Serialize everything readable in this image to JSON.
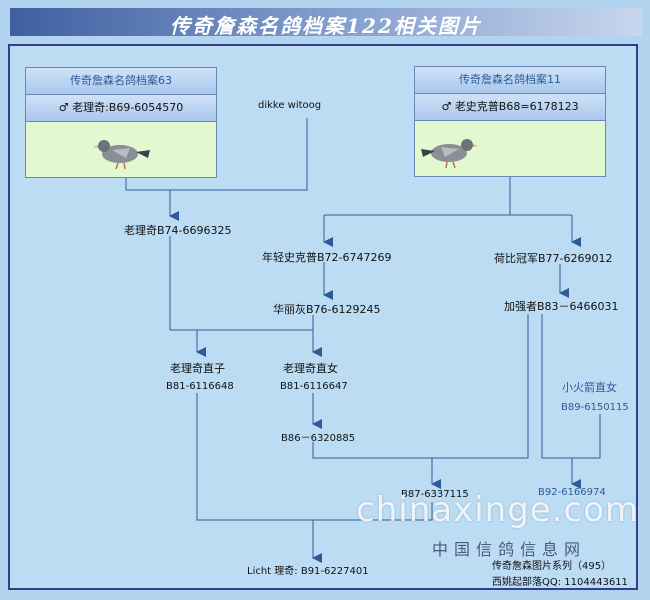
{
  "page_title": "传奇詹森名鸽档案122相关图片",
  "cards": {
    "left": {
      "title": "传奇詹森名鸽档案63",
      "sex_symbol": "♂",
      "id_text": "老理奇:B69-6054570",
      "image": "pigeon-photo"
    },
    "right": {
      "title": "传奇詹森名鸽档案11",
      "sex_symbol": "♂",
      "id_text": "老史克普B68=6178123",
      "image": "pigeon-photo"
    }
  },
  "labels": {
    "dikke": "dikke witoog",
    "laoliqi": "老理奇B74-6696325",
    "nianqing": "年轻史克普B72-6747269",
    "hebi": "荷比冠军B77-6269012",
    "huali": "华丽灰B76-6129245",
    "jiaqiang": "加强者B83－6466031",
    "zhizi_name": "老理奇直子",
    "zhizi_id": "B81-6116648",
    "zhinv_name": "老理奇直女",
    "zhinv_id": "B81-6116647",
    "xiaohuojian_name": "小火箭直女",
    "xiaohuojian_id": "B89-6150115",
    "b86": "B86－6320885",
    "b87": "B87-6337115",
    "b92": "B92-6166974",
    "licht": "Licht 理奇: B91-6227401"
  },
  "watermark": "chinaxinge.com",
  "site_name": "中国信鸽信息网",
  "footer": {
    "line1": "传奇詹森图片系列（495）",
    "line2": "西姚起部落QQ: 1104443611"
  },
  "colors": {
    "line": "#2e5a98",
    "frame": "#2e3f8e",
    "background": "#bcdcf4"
  }
}
